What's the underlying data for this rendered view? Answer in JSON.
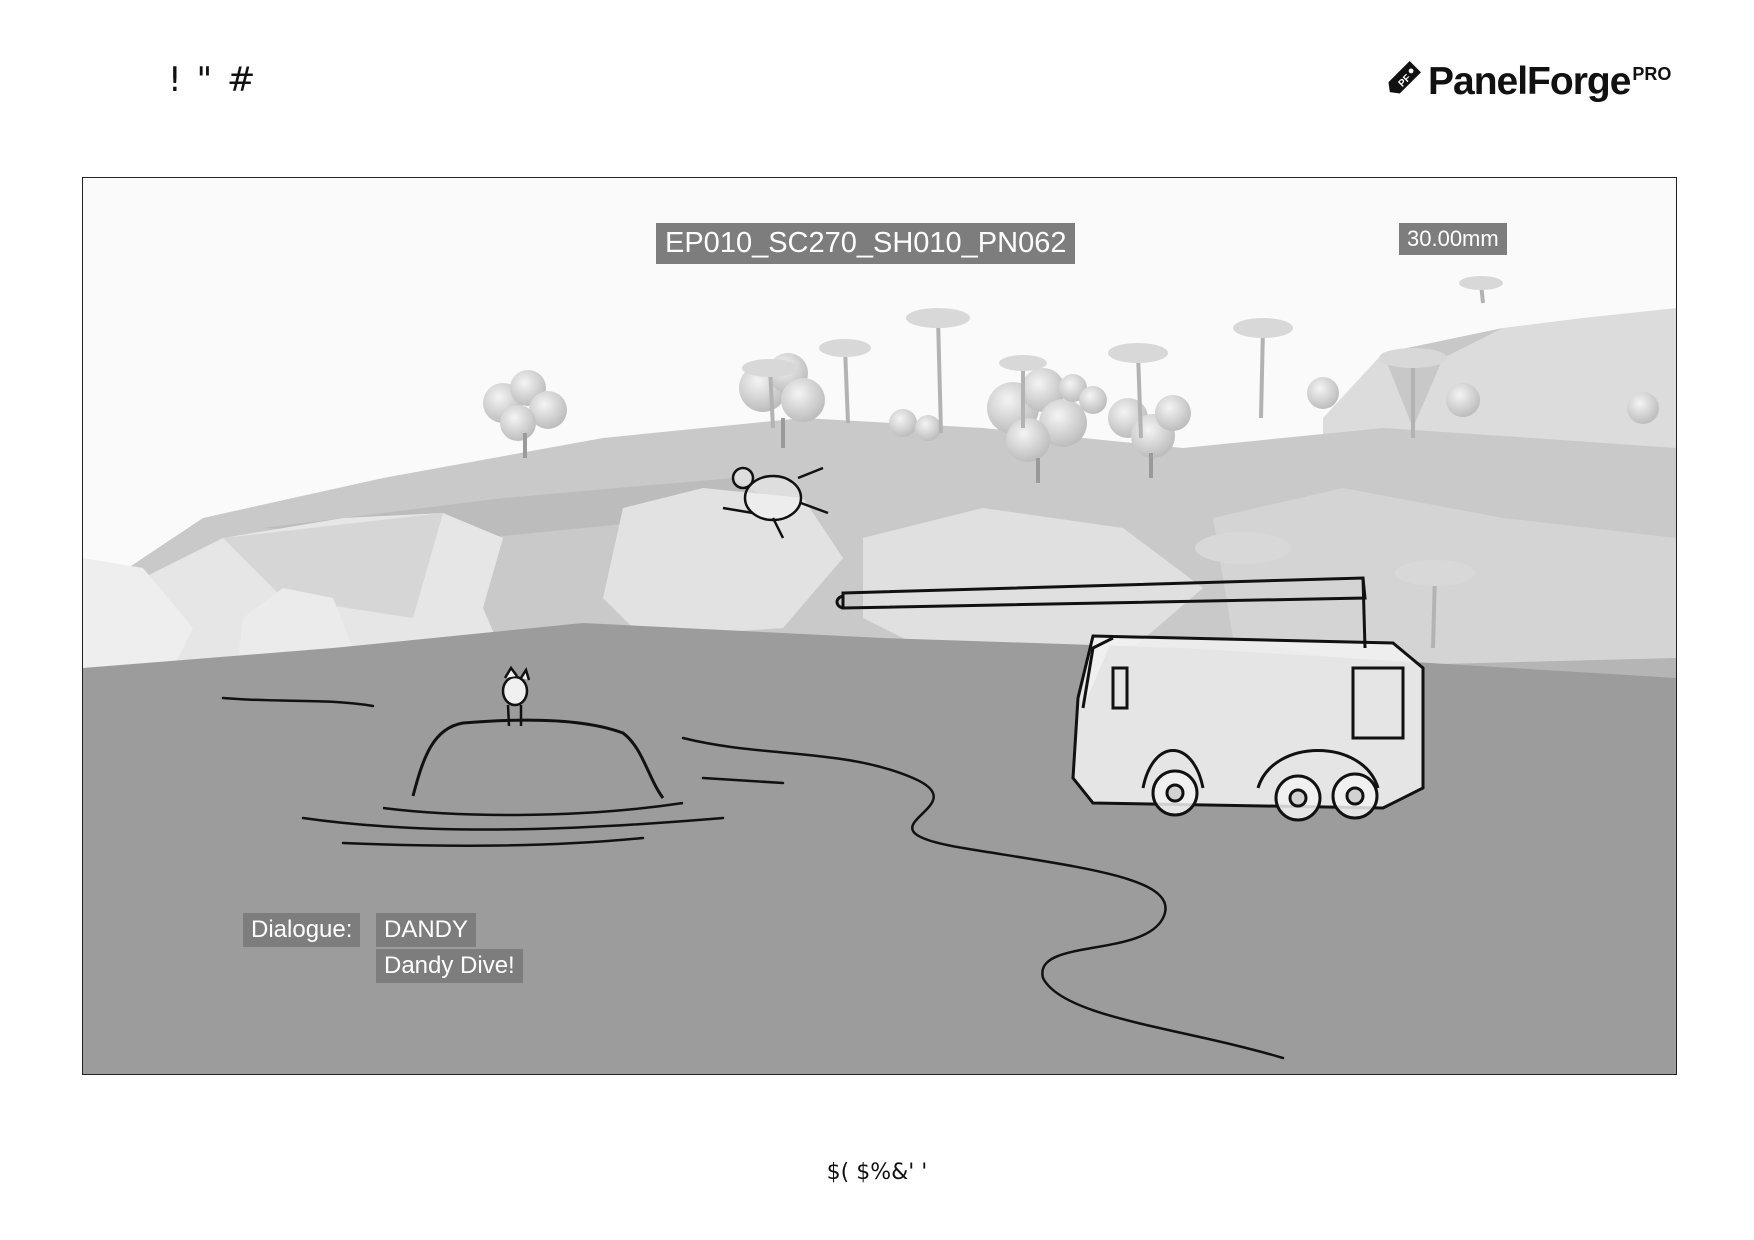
{
  "page": {
    "header_code": "! \" #",
    "footer_code": "$( $%&' '"
  },
  "brand": {
    "name": "PanelForge",
    "tier": "PRO",
    "logo_icon": "pf-tag-icon",
    "logo_mark": "PF"
  },
  "panel": {
    "id_label": "EP010_SC270_SH010_PN062",
    "lens_label": "30.00mm",
    "dialogue": {
      "prefix": "Dialogue:",
      "character": "DANDY",
      "line": "Dandy Dive!"
    }
  },
  "colors": {
    "label_bg": "#7d7d7d",
    "label_text": "#ffffff",
    "frame_border": "#222222",
    "ground": "#9c9c9c",
    "sky": "#fafafa"
  }
}
